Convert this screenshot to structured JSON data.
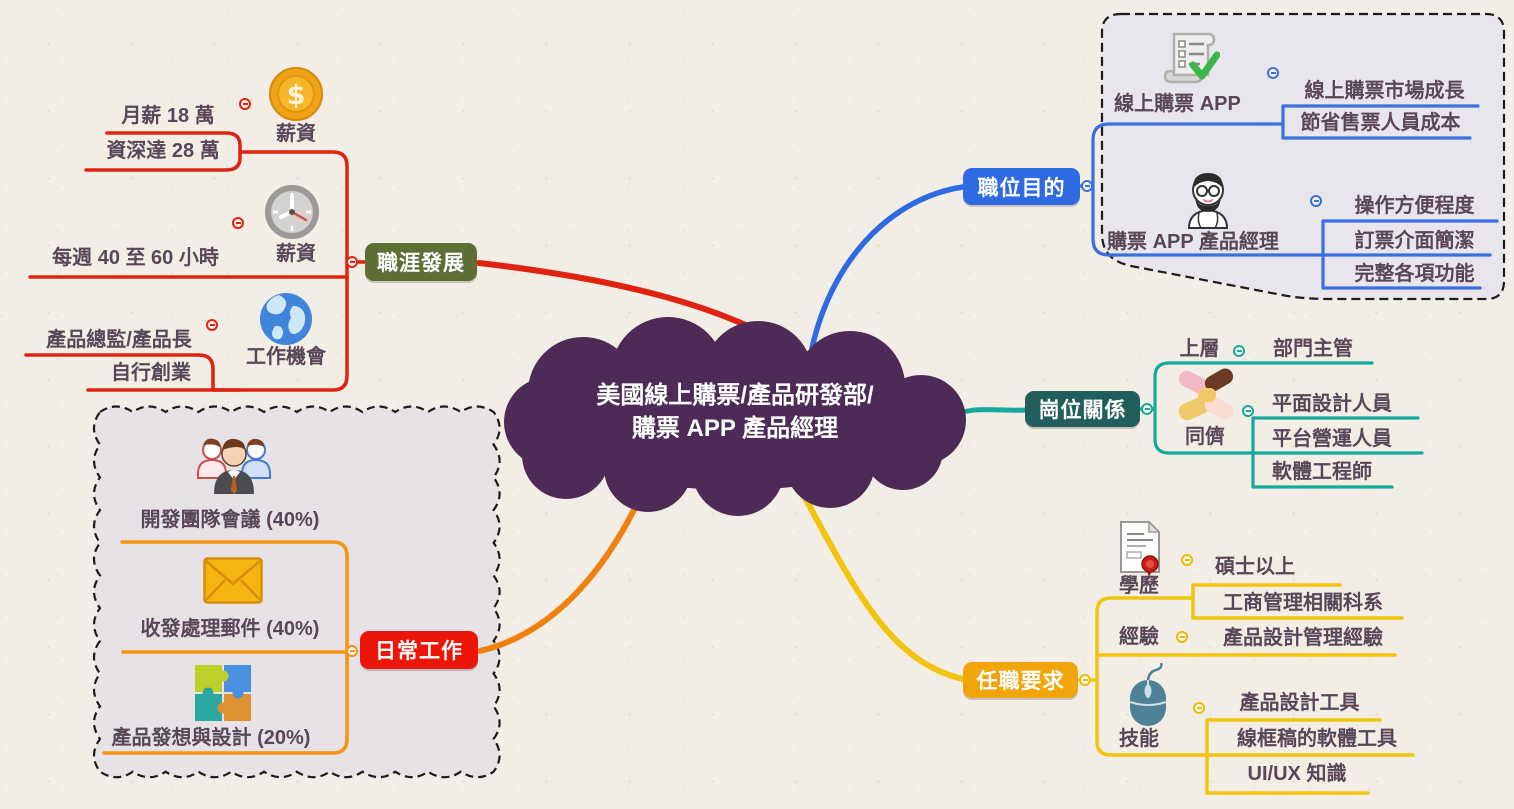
{
  "app": {
    "type": "mind-map"
  },
  "colors": {
    "background": "#f2eee5",
    "cloud": "#4e2a57",
    "career_node": "#5d6f35",
    "daily_node": "#ec1508",
    "purpose_node": "#2e6be2",
    "relation_node": "#215e5c",
    "requirement_node": "#f2a40b",
    "line_red": "#e02311",
    "line_orange": "#f59412",
    "line_blue": "#3a6fe0",
    "line_teal": "#16a89c",
    "line_yellow": "#f2c40e",
    "leaf_text": "#5a4659",
    "box_fill": "#e8e4ea"
  },
  "center": {
    "line1": "美國線上購票/產品研發部/",
    "line2": "購票 APP 產品經理"
  },
  "career": {
    "label": "職涯發展",
    "children": {
      "salary": {
        "label": "薪資",
        "icon": "coin-icon",
        "leaves": [
          "月薪 18 萬",
          "資深達 28 萬"
        ]
      },
      "hours": {
        "label": "薪資",
        "icon": "clock-icon",
        "leaves": [
          "每週 40 至 60 小時"
        ]
      },
      "opportunity": {
        "label": "工作機會",
        "icon": "globe-icon",
        "leaves": [
          "產品總監/產品長",
          "自行創業"
        ]
      }
    }
  },
  "daily": {
    "label": "日常工作",
    "tasks": [
      {
        "icon": "team-icon",
        "label": "開發團隊會議 (40%)"
      },
      {
        "icon": "envelope-icon",
        "label": "收發處理郵件 (40%)"
      },
      {
        "icon": "puzzle-icon",
        "label": "產品發想與設計 (20%)"
      }
    ]
  },
  "purpose": {
    "label": "職位目的",
    "children": {
      "app": {
        "label": "線上購票 APP",
        "icon": "ticket-checklist-icon",
        "leaves": [
          "線上購票市場成長",
          "節省售票人員成本"
        ]
      },
      "pm": {
        "label": "購票 APP 產品經理",
        "icon": "product-manager-avatar-icon",
        "leaves": [
          "操作方便程度",
          "訂票介面簡潔",
          "完整各項功能"
        ]
      }
    }
  },
  "relation": {
    "label": "崗位關係",
    "children": {
      "upper": {
        "label": "上層",
        "leaves": [
          "部門主管"
        ]
      },
      "peer": {
        "label": "同儕",
        "icon": "hands-together-icon",
        "leaves": [
          "平面設計人員",
          "平台營運人員",
          "軟體工程師"
        ]
      }
    }
  },
  "requirement": {
    "label": "任職要求",
    "children": {
      "education": {
        "label": "學歷",
        "icon": "certificate-icon",
        "leaves": [
          "碩士以上",
          "工商管理相關科系"
        ]
      },
      "experience": {
        "label": "經驗",
        "leaves": [
          "產品設計管理經驗"
        ]
      },
      "skill": {
        "label": "技能",
        "icon": "mouse-icon",
        "leaves": [
          "產品設計工具",
          "線框稿的軟體工具",
          "UI/UX 知識"
        ]
      }
    }
  }
}
